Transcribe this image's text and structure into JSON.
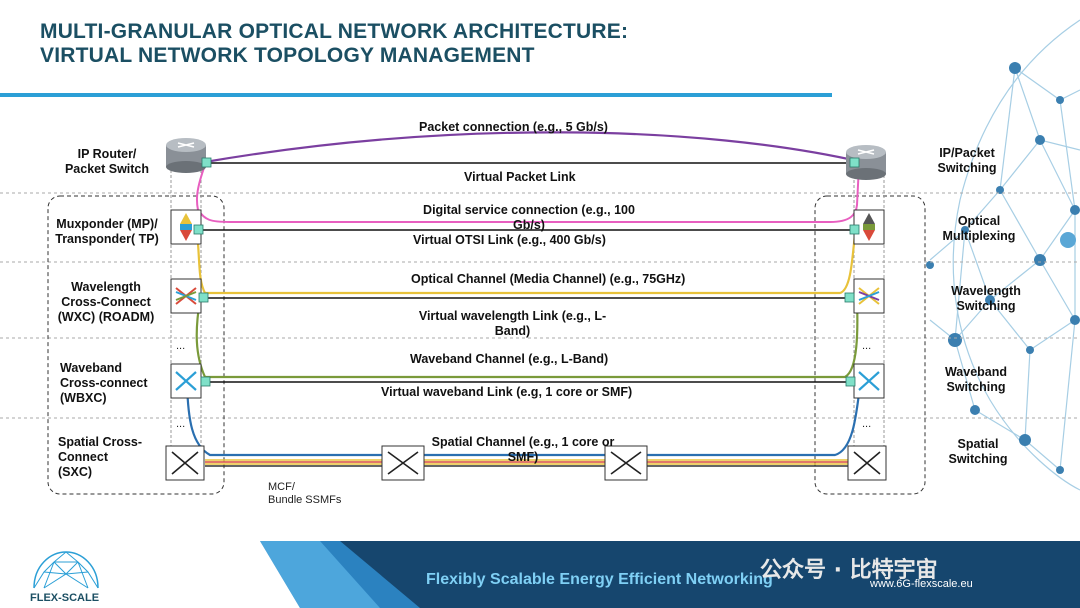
{
  "title": {
    "line1": "MULTI-GRANULAR OPTICAL NETWORK ARCHITECTURE:",
    "line2": "VIRTUAL NETWORK TOPOLOGY MANAGEMENT"
  },
  "left_labels": {
    "ip_router": "IP Router/\nPacket Switch",
    "muxponder": "Muxponder (MP)/\nTransponder( TP)",
    "wxc": "Wavelength\nCross-Connect\n(WXC) (ROADM)",
    "wbxc": "Waveband\nCross-connect\n(WBXC)",
    "sxc": "Spatial Cross-\nConnect\n(SXC)"
  },
  "right_labels": {
    "ip_packet": "IP/Packet\nSwitching",
    "optical_mux": "Optical\nMultiplexing",
    "wavelength": "Wavelength\nSwitching",
    "waveband": "Waveband\nSwitching",
    "spatial": "Spatial\nSwitching"
  },
  "link_labels": {
    "packet_connection": "Packet connection (e.g., 5 Gb/s)",
    "virtual_packet_link": "Virtual Packet Link",
    "digital_service": "Digital service connection (e.g., 100\nGb/s)",
    "virtual_otsi": "Virtual OTSI Link (e.g., 400 Gb/s)",
    "optical_channel": "Optical Channel (Media Channel)  (e.g.,  75GHz)",
    "virtual_wavelength": "Virtual wavelength Link (e.g., L-\nBand)",
    "waveband_channel": "Waveband Channel (e.g., L-Band)",
    "virtual_waveband": "Virtual waveband Link (e.g, 1 core or SMF)",
    "spatial_channel": "Spatial Channel (e.g., 1 core or\nSMF)",
    "mcf": "MCF/\nBundle SSMFs"
  },
  "ellipsis": "...",
  "footer": {
    "tagline": "Flexibly Scalable Energy Efficient Networking",
    "url": "www.6G-flexscale.eu",
    "logo": "FLEX-SCALE",
    "watermark": "公众号 · 比特宇宙"
  },
  "colors": {
    "title": "#1b4f63",
    "accent": "#2b9fd6",
    "packet": "#7b3fa0",
    "digital": "#e85fc0",
    "optical": "#e8c23a",
    "waveband": "#7a9a3a",
    "spatial": "#2a6fb0"
  }
}
